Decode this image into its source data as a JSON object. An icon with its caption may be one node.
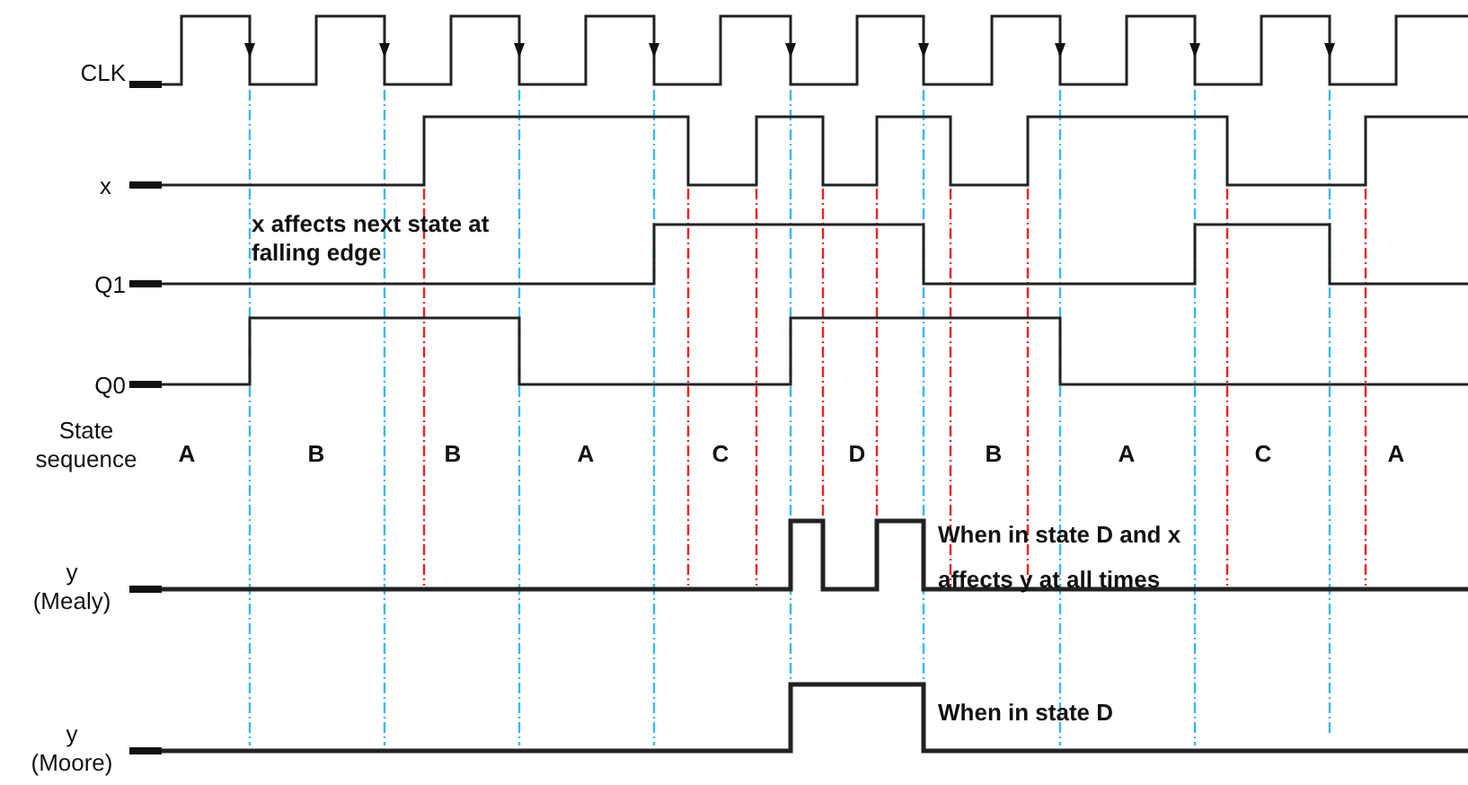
{
  "diagram": {
    "labels": [
      "CLK",
      "x",
      "x affects next state at falling edge",
      "Q1",
      "Q0",
      "State sequence",
      "A",
      "B",
      "B",
      "A",
      "C",
      "D",
      "B",
      "A",
      "C",
      "A",
      "When in state D and x affects y at all times",
      "y (Mealy)",
      "When in state D",
      "y (Moore)"
    ]
  }
}
